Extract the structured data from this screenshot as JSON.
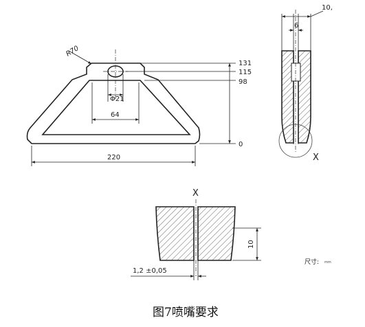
{
  "caption": "图7喷嘴要求",
  "front_view": {
    "radius_label": "R70",
    "height_labels": [
      "131",
      "115",
      "98",
      "0"
    ],
    "hole_diameter_label": "Φ21",
    "inner_width_label": "64",
    "base_width_label": "220"
  },
  "side_view": {
    "outer_width_label": "10,",
    "slot_width_label": "6",
    "detail_marker": "X"
  },
  "detail_view": {
    "detail_marker": "X",
    "height_label": "10",
    "gap_label": "1,2 ±0,05",
    "units_label": "尺寸:",
    "units_value": "mm"
  }
}
